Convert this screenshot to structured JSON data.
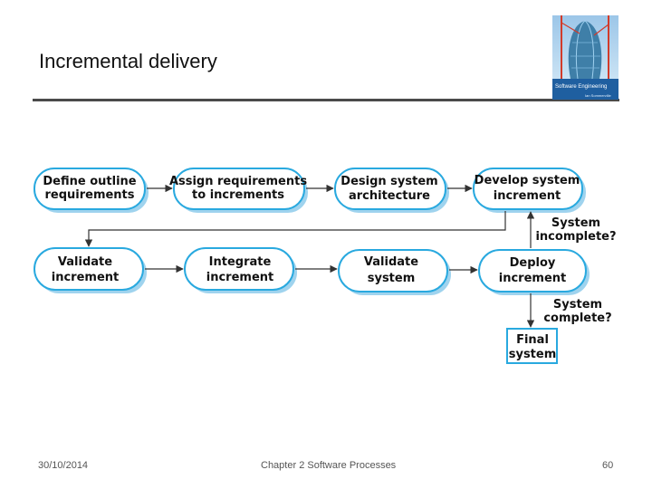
{
  "slide": {
    "title": "Incremental delivery",
    "footer_date": "30/10/2014",
    "footer_chapter": "Chapter 2 Software Processes",
    "page_number": "60"
  },
  "cover_image": {
    "title": "Software Engineering",
    "subtitle": "Ian Sommerville"
  },
  "diagram": {
    "nodes": {
      "define": [
        "Define outline",
        "requirements"
      ],
      "assign": [
        "Assign requirements",
        "to increments"
      ],
      "design": [
        "Design system",
        "architecture"
      ],
      "develop": [
        "Develop system",
        "increment"
      ],
      "validate_inc": [
        "Validate",
        "increment"
      ],
      "integrate": [
        "Integrate",
        "increment"
      ],
      "validate_sys": [
        "Validate",
        "system"
      ],
      "deploy": [
        "Deploy",
        "increment"
      ],
      "final": [
        "Final",
        "system"
      ]
    },
    "conditions": {
      "incomplete": [
        "System",
        "incomplete?"
      ],
      "complete": [
        "System",
        "complete?"
      ]
    },
    "colors": {
      "node_stroke": "#29a9df",
      "node_shadow": "#9fd3ee",
      "arrow": "#333333"
    }
  }
}
